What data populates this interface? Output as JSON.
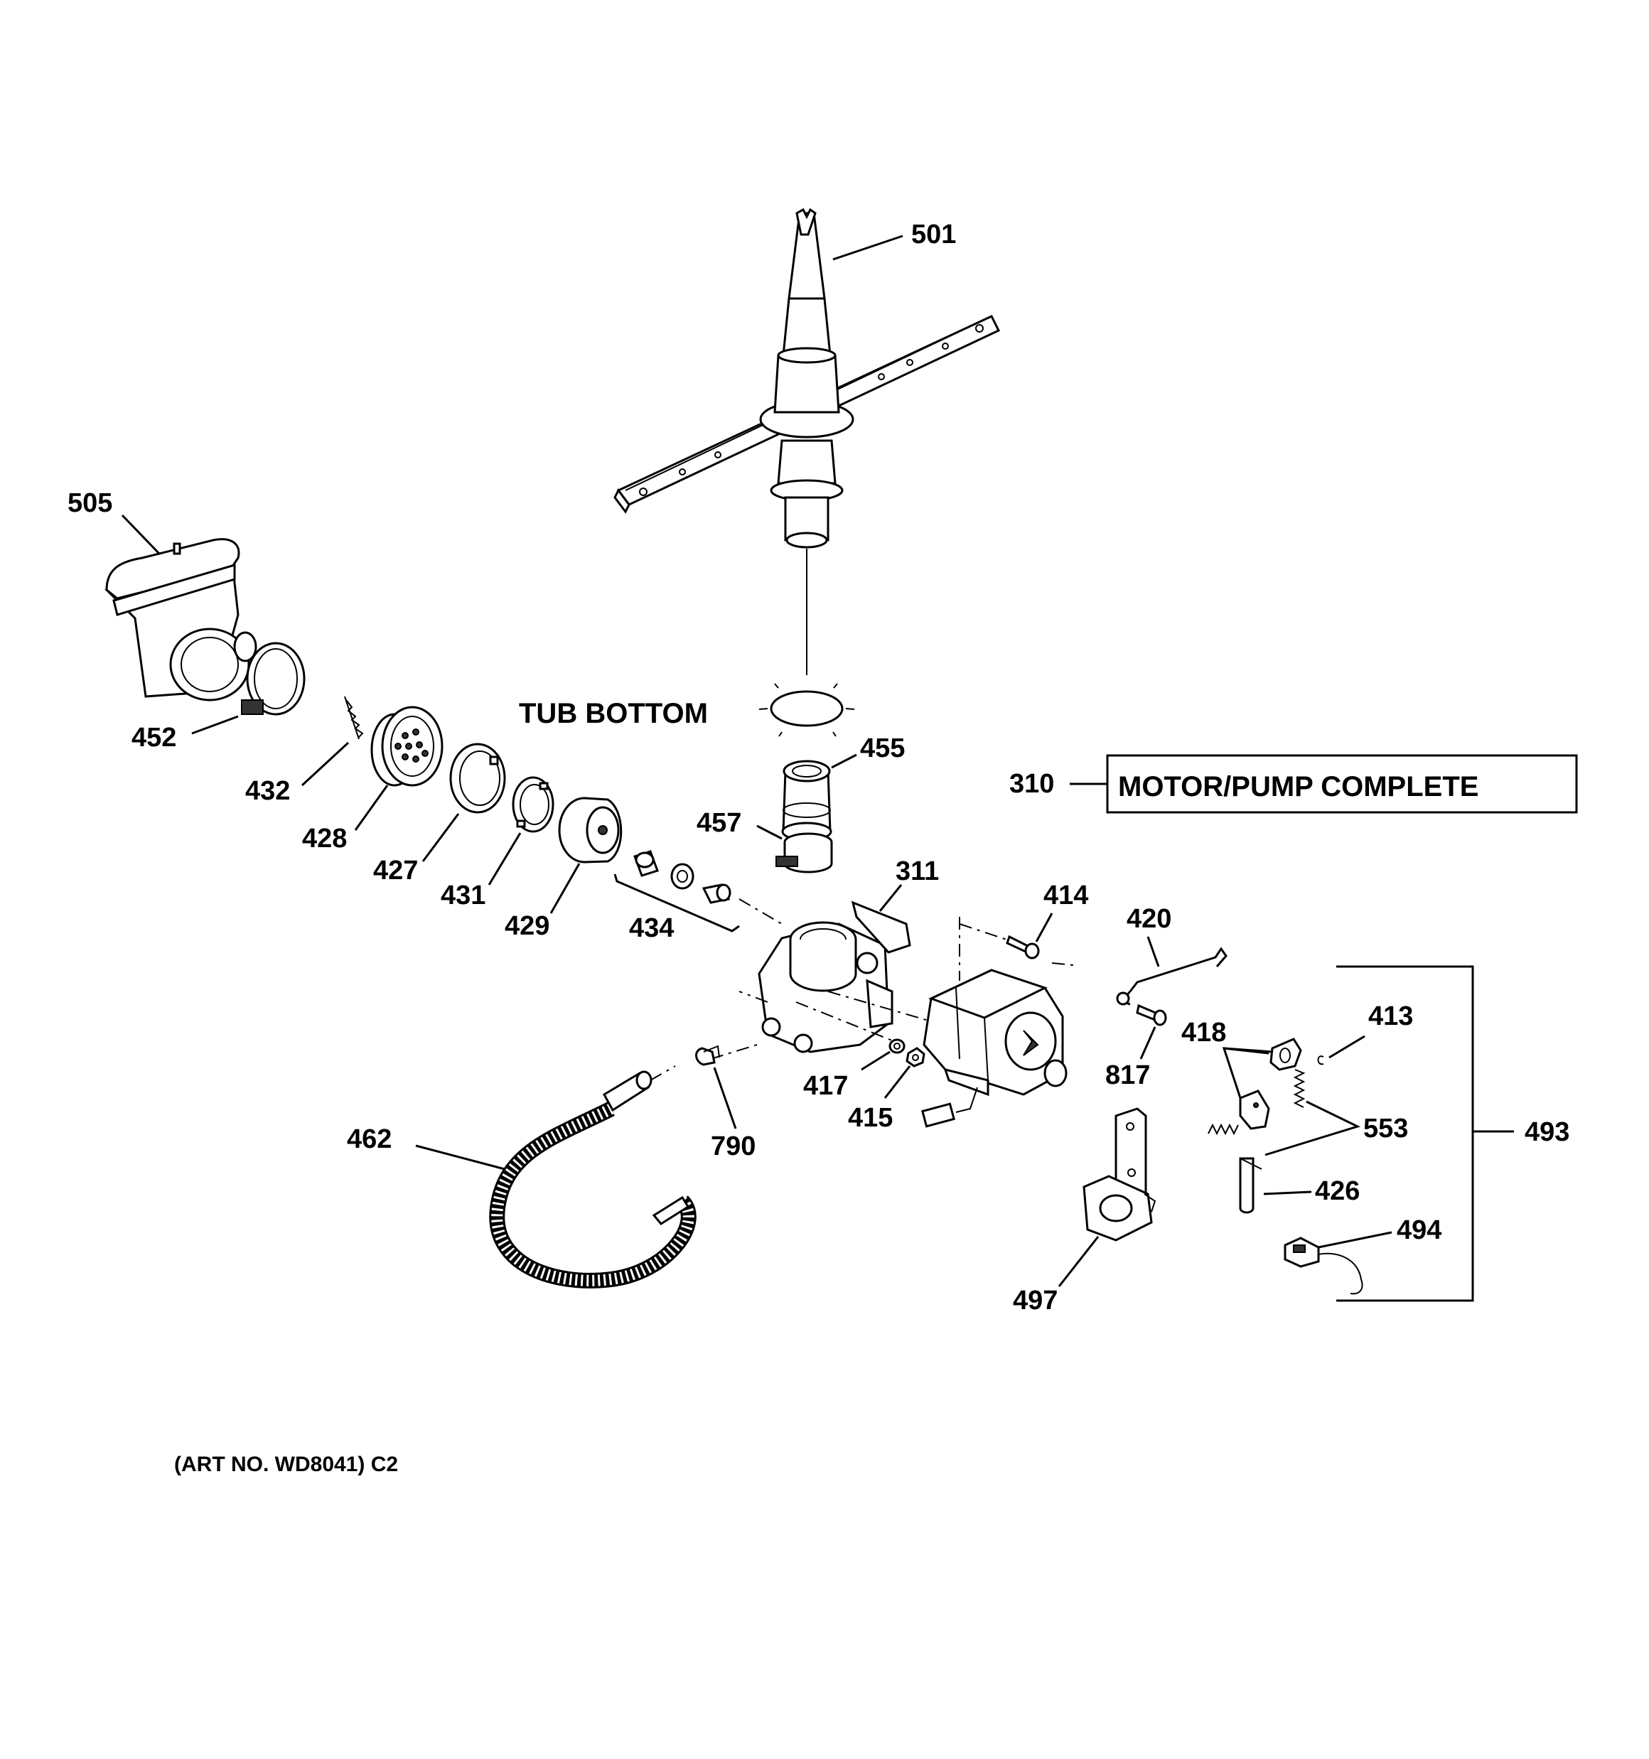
{
  "diagram": {
    "part_labels": {
      "p501": "501",
      "p505": "505",
      "p452": "452",
      "p432": "432",
      "p428": "428",
      "p427": "427",
      "p431": "431",
      "p429": "429",
      "p434": "434",
      "p455": "455",
      "p457": "457",
      "p310": "310",
      "p311": "311",
      "p414": "414",
      "p420": "420",
      "p413": "413",
      "p418": "418",
      "p817": "817",
      "p417": "417",
      "p415": "415",
      "p553": "553",
      "p493": "493",
      "p426": "426",
      "p494": "494",
      "p497": "497",
      "p462": "462",
      "p790": "790"
    },
    "tub_bottom": "TUB BOTTOM",
    "motor_pump_box": "MOTOR/PUMP COMPLETE",
    "art_number": "(ART NO. WD8041) C2"
  }
}
